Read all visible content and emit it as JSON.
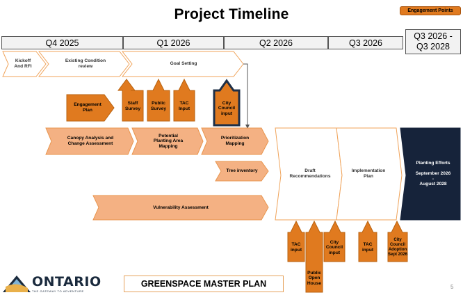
{
  "title": "Project Timeline",
  "legend": {
    "label": "Engagement Points",
    "color": "#e07a1f"
  },
  "quarters": [
    "Q4 2025",
    "Q1 2026",
    "Q2 2026",
    "Q3 2026",
    "Q3 2026 -\nQ3 2028"
  ],
  "phases": {
    "kickoff": "Kickoff\nAnd RFI",
    "existing": "Existing Condition\nreview",
    "goal": "Goal Setting",
    "canopy": "Canopy Analysis and\nChange Assessment",
    "potential": "Potential\nPlanting Area\nMapping",
    "prioritization": "Prioritization\nMapping",
    "tree": "Tree inventory",
    "vulnerability": "Vulnerability Assessment",
    "draft": "Draft\nRecommendations",
    "implementation": "Implementation\nPlan",
    "planting": "Planting Efforts\n\nSeptember 2026\n-\nAugust 2028"
  },
  "engagement": {
    "plan": "Engagement\nPlan",
    "staff": "Staff\nSurvey",
    "public_survey": "Public\nSurvey",
    "tac_q1": "TAC\nInput",
    "council_q1": "City\nCouncil\ninput",
    "tac_draft": "TAC\ninput",
    "open_house": "Public\nOpen\nHouse",
    "council_draft": "City\nCouncil\ninput",
    "tac_impl": "TAC\ninput",
    "council_adoption": "City\nCouncil\nAdoption\nSept 2026"
  },
  "colors": {
    "engagement": "#e07a1f",
    "analysis": "#f4b183",
    "planting": "#16233a",
    "outline": "#e07a1f"
  },
  "footer": {
    "plan_name": "GREENSPACE MASTER PLAN",
    "page": "5"
  },
  "logo": {
    "name": "ONTARIO",
    "tagline": "THE GATEWAY TO ADVENTURE"
  }
}
